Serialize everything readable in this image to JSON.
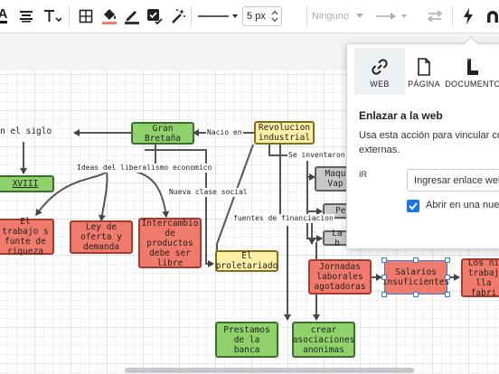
{
  "toolbar": {
    "text_icon_label": "A",
    "font_size_value": "5 px",
    "arrow_start_label": "Ninguno"
  },
  "panel": {
    "tabs": [
      {
        "label": "WEB"
      },
      {
        "label": "PÁGINA"
      },
      {
        "label": "DOCUMENTO"
      }
    ],
    "title": "Enlazar a la web",
    "description_line1": "Usa esta acción para vincular co",
    "description_line2": "externas.",
    "url_label": "IR",
    "url_placeholder": "Ingresar enlace web",
    "new_tab_label": "Abrir en una nue"
  },
  "diagram": {
    "partial_text_left": "n el siglo",
    "nodes": {
      "gran_bretana": "Gran Bretaña",
      "revolucion_industrial": "Revolucion industrial",
      "xviii": "XVIII",
      "el_trabajo": "El trabajo s funte de riqueza",
      "ley_oferta": "Ley de oferta y demanda",
      "intercambio": "Intercambio de productos debe ser libre",
      "el_proletariado": "El proletariado",
      "maquinas": "Maqu Vap",
      "petroleo": "Pet",
      "la_b": "La b",
      "jornadas": "Jornadas laborales agotadoras",
      "salarios": "Salarios insuficientes",
      "los_ninos": "Los ni trabaj lla fabri",
      "prestamos": "Prestamos de la banca",
      "crear_asociaciones": "crear asociaciones anonimas"
    },
    "edge_labels": {
      "nacio_en": "Nacio en",
      "ideas_liberalismo": "Ideas del liberalismo economico",
      "nueva_clase": "Nueva clase social",
      "se_inventaron": "Se inventaron",
      "fuentes_financiacion": "fuentes de financiacion"
    }
  },
  "colors": {
    "green": "#8fd16a",
    "red": "#f07a6c",
    "yellow": "#fff0a5",
    "gray": "#c8c8c8",
    "selection": "#2f7fd8",
    "checkbox": "#1a73e8"
  }
}
